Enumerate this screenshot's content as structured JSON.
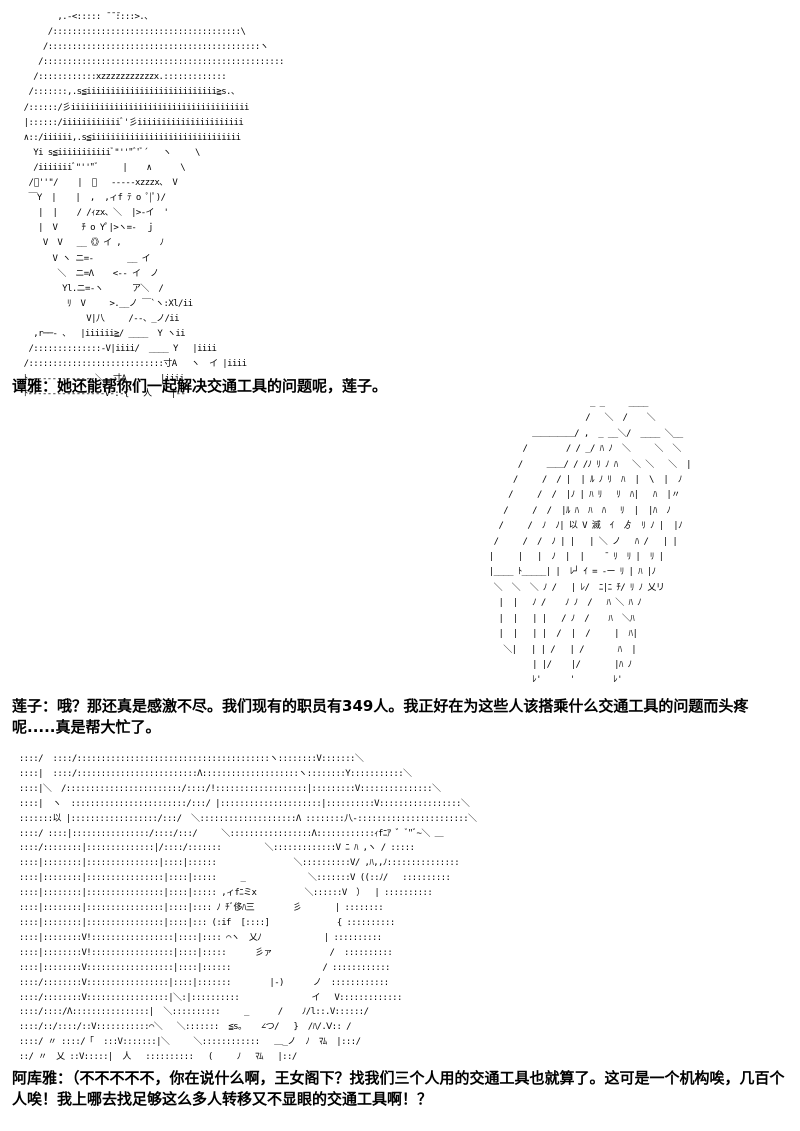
{
  "panels": [
    {
      "art": "         ,.-<::::: ̄ ̄ ̄::::>.、\n       /:::::::::::::::::::::::::::::::::::::::\\\n      /::::::::::::::::::::::::::::::::::::::::::::ヽ\n     /::::::::::::::::::::::::::::::::::::::::::::::::::\n    /::::::::::::xzzzzzzzzzzzx.:::::::::::::\n   /:::::::,.s≦iiiiiiiiiiiiiiiiiiiiiiiiiii≧s.、\n  /::::::/彡iiiiiiiiiiiiiiiiiiiiiiiiiiiiiiiiiiiii\n  |::::::/iiiiiiiiiiiiﾞ'彡iiiiiiiiiiiiiiiiiiiiii\n  ∧::/iiiiii,.s≦iiiiiiiiiiiiiiiiiiiiiiiiiiiiiii\n    Yi s≦iiiiiiiiiiiﾞ\"''\"ﾞ'ﾞ´   ヽ     \\\n    /iiiiiiiﾞ\"''\"ﾞ     |    ∧      \\\n   /ﾞ''\"/    |  ｜   -‐‐‐-xzzzx、 V\n   ￣Y  |    |  ,  ,ィf ﾃ o ﾟ|ﾟ)/\n     |  |    / /ｨzx、＼  |>‐イ  '\n     |  V     ﾁ o Yﾟ|>ヽ=‐  ｊ\n      V  V   __《》イ ,        ﾉ\n        V ヽ ニ=‐       __ イ\n         ＼  ニ=Λ    <‐- イ  ノ\n          Yl.ニ=‐ヽ      ア＼  /\n           ﾘ  V     >.__ノ ￣`ヽ:Xl/ii\n               V|八     /‐-、_ノ/ii\n    ,r──‐ 、  |iiiiii≧/ ____  Y ヽii\n   /::::::::::::::‐V|iiii/  ____ Y   |iiii\n  /::::::::::::::::::::::::::::寸A   ヽ  イ |iiii\n  ﾄ‐‐‐‐‐‐‐‐‐‐‐‐‐‐＼‐‐寸A       |iiii\n  ﾄ‐‐‐‐‐‐‐‐‐‐‐‐‐‐‐‐V-:-{   人    |‐‐'",
      "caption": "谭雅：她还能帮你们一起解决交通工具的问题呢，莲子。"
    },
    {
      "art": "                      _ _     ____\n                     /   ＼  /    ＼\n          ＿＿＿＿＿/ ,  _ __＼/  ____ ＼__\n        /        / / _/ ﾊ ﾉ  ＼     ＼  ＼\n       /     ＿＿/ / /ﾉ ﾘ ﾉ ﾊ   ＼ ＼   ＼  |\n      /     /  / |  | ﾙ ﾉ ﾘ  ﾊ  |  \\  |  ﾉ\n     /     /  /  |ﾉ | ﾊ ﾘ   ﾘ  ﾊ|   ﾊ  |〃\n    /     /  /  |ﾙ ﾊ  ﾊ  ﾊ   ﾘ  |  |ﾊ  ﾉ\n   /     /  ﾉ  ﾉ| 以 V 滅  ｲ  ゟ  ﾘ ﾉ |  |ﾉ\n  /     /  /  ﾉ | |   | ＼ ノ   ﾊ /   | |\n |     |   |  ﾉ  |  |    ̄  ﾘ  ﾘ |  ﾘ |\n |____ ﾄ_____| |  ﾚ┘ ｲ = ‐ー ﾘ | ﾊ |ﾉ\n  ＼  ＼  ＼ ﾉ /   | ﾚ/  ﾆ|ﾆ ﾁ/ ﾘ ﾉ 乂リ\n   |  |   ﾉ /    ﾉ ﾉ  /   ﾊ ＼ ﾊ ﾉ\n   |  |   | |   / ﾉ  /    ﾊ  ＼ﾊ\n   |  |   | |  /  |  /     |  ﾊ|\n    ＼|   | | /   | /       ﾊ  |\n          | |/    |/       |ﾊ ﾉ\n          ﾚ'      '        ﾚ'",
      "caption": "莲子：哦？那还真是感激不尽。我们现有的职员有349人。我正好在为这些人该搭乘什么交通工具的问题而头疼呢.....真是帮大忙了。"
    },
    {
      "art": " ::::/  ::::/::::::::::::::::::::::::::::::::::::::::ヽ::::::::V:::::::＼\n ::::|  ::::/:::::::::::::::::::::::::Λ::::::::::::::::::::ヽ::::::::Y:::::::::::＼\n ::::|＼  /::::::::::::::::::::::::/::::/!:::::::::::::::::::|:::::::::V:::::::::::::::＼\n ::::|  ヽ  ::::::::::::::::::::::::/:::/ |:::::::::::::::::::::|::::::::::V:::::::::::::::::＼\n :::::::以 |::::::::::::::::::/:::/  ＼::::::::::::::::::::Λ ::::::::八‐:::::::::::::::::::::::＼\n ::::/ ::::|::::::::::::::::/::::/:::/     ＼:::::::::::::::::Λ::::::::::::ｨfﾆｱ ゛ﾞ\"ﾞ~＼ ＿\n ::::/::::::::|::::::::::::::|/::::/:::::::         ＼:::::::::::::V ﾆ ﾊ ,ヽ / :::::\n ::::|::::::::|:::::::::::::::|::::|::::::                ＼::::::::::V/ ,ﾊ,,ﾉ:::::::::::::::\n ::::|::::::::|::::::::::::::::|::::|:::::     _             ＼:::::::V ((::ﾉ/   ::::::::::\n ::::|::::::::|::::::::::::::::|::::|::::: ,ィfﾆミx          ＼::::::V  ）  | ::::::::::\n ::::|::::::::|::::::::::::::::|::::|:::: ﾉ ﾁﾞ侈ﾊ三        彡       | ::::::::\n ::::|::::::::|::::::::::::::::|::::|::: (:if  [::::]              { ::::::::::\n ::::|::::::::V!:::::::::::::::::|::::|:::: ⌒ヽ  乂ﾉ             | ::::::::::\n ::::|::::::::V!:::::::::::::::::|::::|:::::      彡ァ            /  ::::::::::\n ::::|::::::::V::::::::::::::::::|::::|::::::                   / ::::::::::::\n ::::/::::::::V:::::::::::::::::|::::|:::::::        |-)      ノ  ::::::::::::\n ::::/::::::::V:::::::::::::::::|＼:|::::::::::               イ   V:::::::::::::\n ::::/::::/Λ::::::::::::::::|  ＼::::::::::     _      /    ﾉ/l::.V::::::/\n ::::/::/::::/::V:::::::::::⌒＼   ＼:::::::  ≦s。   ∠つ/   }  /ﾊ/.Ⅴ:: /\n ::::/ 〃 ::::/「  :::V:::::::|＼     ＼::::::::::::   ＿_ノ  ﾉ  ﾏﾑ  |:::/\n ::/ 〃  乂 ::V:::::|  人   ::::::::::   (     ﾉ   ﾏﾑ   |::/",
      "caption": "阿库雅：（不不不不不，你在说什么啊，王女阁下？找我们三个人用的交通工具也就算了。这可是一个机构唉，几百个人唉！我上哪去找足够这么多人转移又不显眼的交通工具啊！？"
    }
  ]
}
